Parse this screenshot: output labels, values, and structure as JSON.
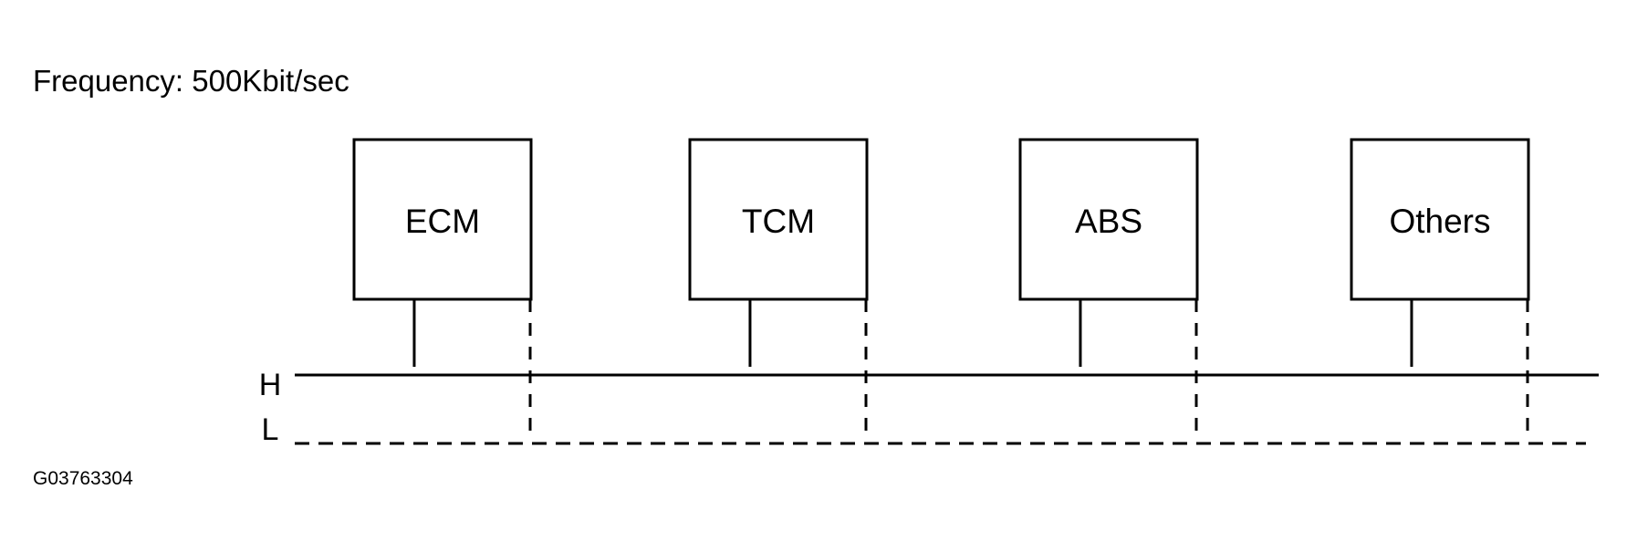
{
  "header": {
    "frequency_label": "Frequency: 500Kbit/sec"
  },
  "nodes": [
    {
      "label": "ECM"
    },
    {
      "label": "TCM"
    },
    {
      "label": "ABS"
    },
    {
      "label": "Others"
    }
  ],
  "bus": {
    "high_label": "H",
    "low_label": "L",
    "high_line_style": "solid",
    "low_line_style": "dashed"
  },
  "figure_id": "G03763304",
  "colors": {
    "line": "#000000",
    "background": "#ffffff"
  }
}
